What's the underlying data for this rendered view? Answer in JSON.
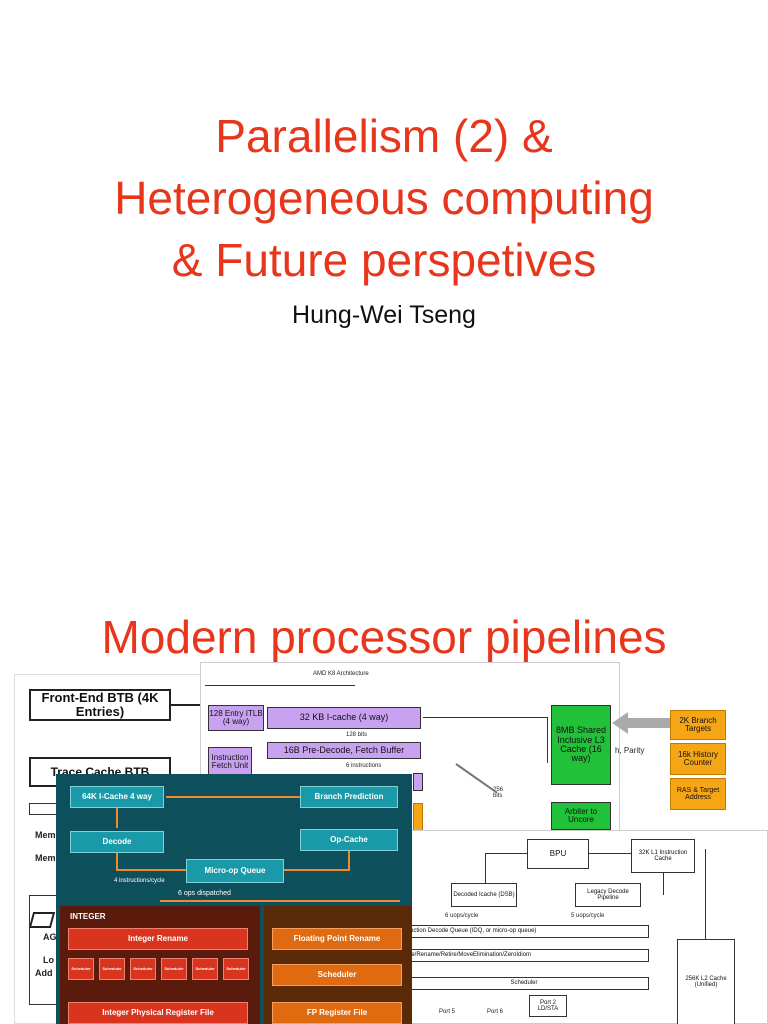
{
  "slide1": {
    "title_lines": [
      "Parallelism (2) &",
      "Heterogeneous computing",
      "& Future perspetives"
    ],
    "author": "Hung-Wei Tseng"
  },
  "slide2": {
    "title": "Modern processor pipelines"
  },
  "diagram_back": {
    "header": "AMD K8 Architecture",
    "front_end_btb": "Front-End BTB (4K Entries)",
    "trace_cache_btb": "Trace Cache BTB",
    "itlb": "128 Entry ITLB (4 way)",
    "icache": "32 KB I-cache (4 way)",
    "bits_128": "128 bits",
    "predecode": "16B Pre-Decode, Fetch Buffer",
    "instructions_6": "6 instructions",
    "instruction_fetch": "Instruction Fetch Unit",
    "bits_256": "256 bits",
    "l3": "8MB Shared Inclusive L3 Cache (16 way)",
    "arbiter": "Arbiter to Uncore",
    "parity": "h, Parity",
    "branch_targets": "2K Branch Targets",
    "history_counter": "16k History Counter",
    "ras": "RAS & Target Address",
    "left_labels": [
      "Mem",
      "Mem",
      "AG",
      "Lo",
      "Add"
    ]
  },
  "diagram_right": {
    "bpu": "BPU",
    "l1i": "32K L1 Instruction Cache",
    "decoded_icache": "Decoded Icache (DSB)",
    "legacy_decode": "Legacy Decode Pipeline",
    "uops_6": "6 uops/cycle",
    "uops_5": "5 uops/cycle",
    "idq": "nstruction Decode Queue (IDQ, or micro-op queue)",
    "allocate": "ocate/Rename/Retire/MoveElimination/ZeroIdiom",
    "scheduler": "Scheduler",
    "l2": "256K L2 Cache (Unified)",
    "port5": "Port 5",
    "port6": "Port 6",
    "port2": "Port 2 LD/STA"
  },
  "diagram_front": {
    "icache": "64K I-Cache 4 way",
    "branch_prediction": "Branch Prediction",
    "decode": "Decode",
    "op_cache": "Op-Cache",
    "micro_op_queue": "Micro-op Queue",
    "instr_per_cycle": "4 instructions/cycle",
    "ops_dispatched": "6 ops dispatched",
    "integer": "INTEGER",
    "integer_rename": "Integer Rename",
    "fp_rename": "Floating Point Rename",
    "scheduler_label": "Scheduler",
    "fp_scheduler": "Scheduler",
    "int_reg_file": "Integer Physical Register File",
    "fp_reg_file": "FP Register File"
  },
  "colors": {
    "title": "#e8361c",
    "teal": "#1a9aa8",
    "dark_teal": "#0e4f5c",
    "integer_red": "#d9341e",
    "fp_orange": "#e06a0f",
    "amd_purple": "#c8a2f0",
    "l3_green": "#22c13a"
  }
}
